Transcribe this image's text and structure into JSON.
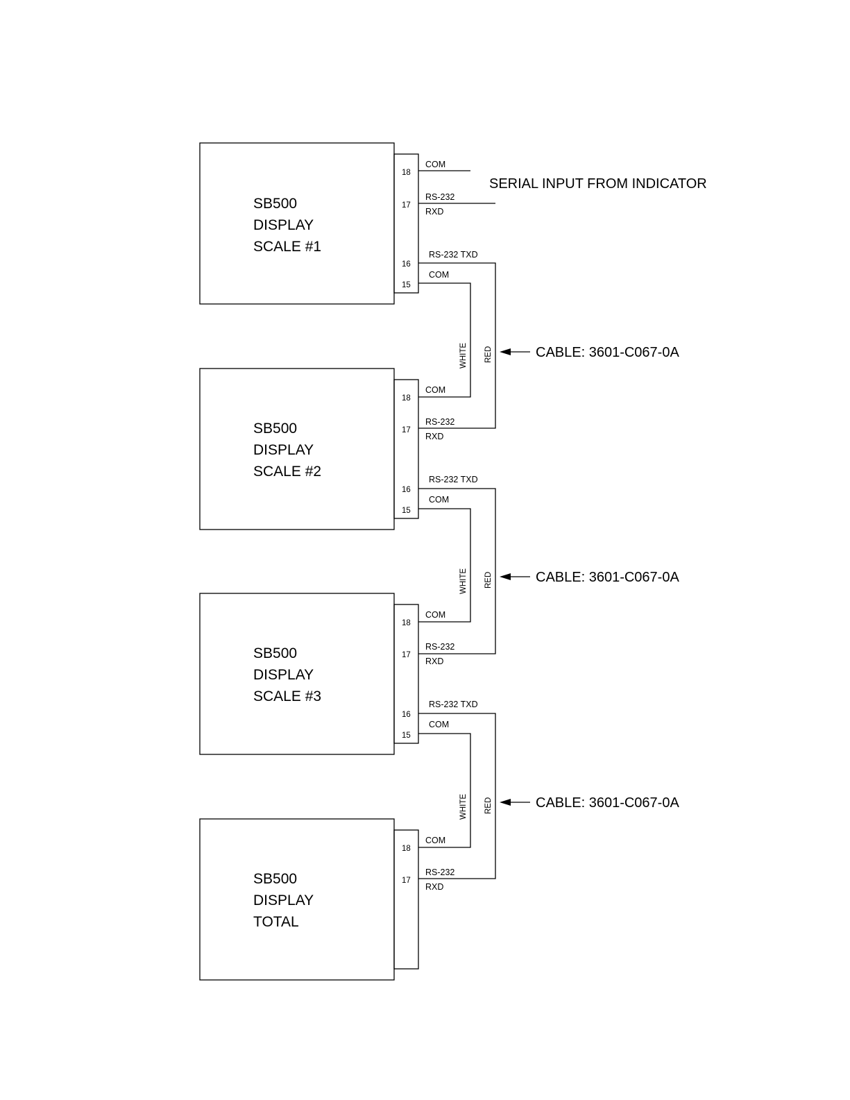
{
  "input_label": "SERIAL INPUT FROM INDICATOR",
  "units": [
    {
      "title": [
        "SB500",
        "DISPLAY",
        "SCALE #1"
      ],
      "pins": {
        "p18": "18",
        "p17": "17",
        "p16": "16",
        "p15": "15"
      },
      "signals": {
        "com_in": "COM",
        "rs232_in": "RS-232",
        "rxd_in": "RXD",
        "txd_out": "RS-232 TXD",
        "com_out": "COM"
      }
    },
    {
      "title": [
        "SB500",
        "DISPLAY",
        "SCALE #2"
      ],
      "pins": {
        "p18": "18",
        "p17": "17",
        "p16": "16",
        "p15": "15"
      },
      "signals": {
        "com_in": "COM",
        "rs232_in": "RS-232",
        "rxd_in": "RXD",
        "txd_out": "RS-232 TXD",
        "com_out": "COM"
      }
    },
    {
      "title": [
        "SB500",
        "DISPLAY",
        "SCALE #3"
      ],
      "pins": {
        "p18": "18",
        "p17": "17",
        "p16": "16",
        "p15": "15"
      },
      "signals": {
        "com_in": "COM",
        "rs232_in": "RS-232",
        "rxd_in": "RXD",
        "txd_out": "RS-232 TXD",
        "com_out": "COM"
      }
    },
    {
      "title": [
        "SB500",
        "DISPLAY",
        "TOTAL"
      ],
      "pins": {
        "p18": "18",
        "p17": "17"
      },
      "signals": {
        "com_in": "COM",
        "rs232_in": "RS-232",
        "rxd_in": "RXD"
      }
    }
  ],
  "cables": [
    {
      "white": "WHITE",
      "red": "RED",
      "label": "CABLE: 3601-C067-0A"
    },
    {
      "white": "WHITE",
      "red": "RED",
      "label": "CABLE: 3601-C067-0A"
    },
    {
      "white": "WHITE",
      "red": "RED",
      "label": "CABLE: 3601-C067-0A"
    }
  ]
}
